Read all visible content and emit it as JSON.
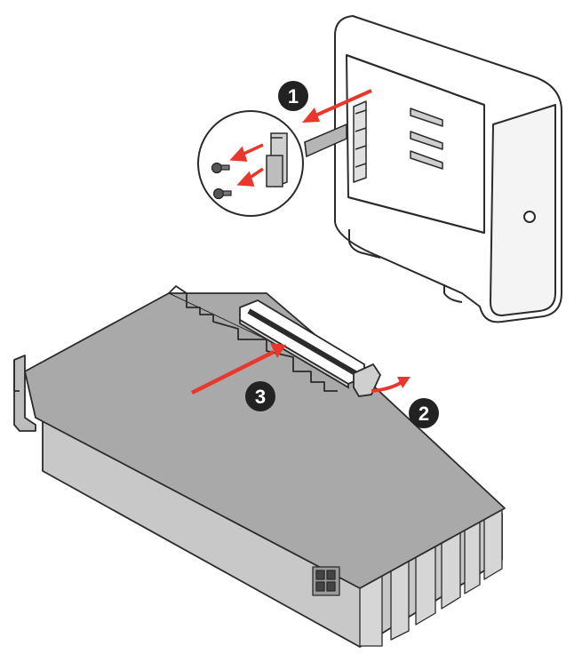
{
  "steps": [
    {
      "number": "1"
    },
    {
      "number": "2"
    },
    {
      "number": "3"
    }
  ],
  "colors": {
    "arrow": "#e8382c",
    "step_badge": "#222222",
    "card_body": "#bdbdbd",
    "card_top": "#a9a9a9",
    "outline": "#2b2b2b",
    "case": "#ffffff"
  },
  "icons": {
    "tower_case": "pc-case-icon",
    "screw": "screw-icon",
    "graphics_card": "graphics-card-icon",
    "pcie_slot": "pcie-slot-icon",
    "power_connector": "power-connector-icon"
  }
}
